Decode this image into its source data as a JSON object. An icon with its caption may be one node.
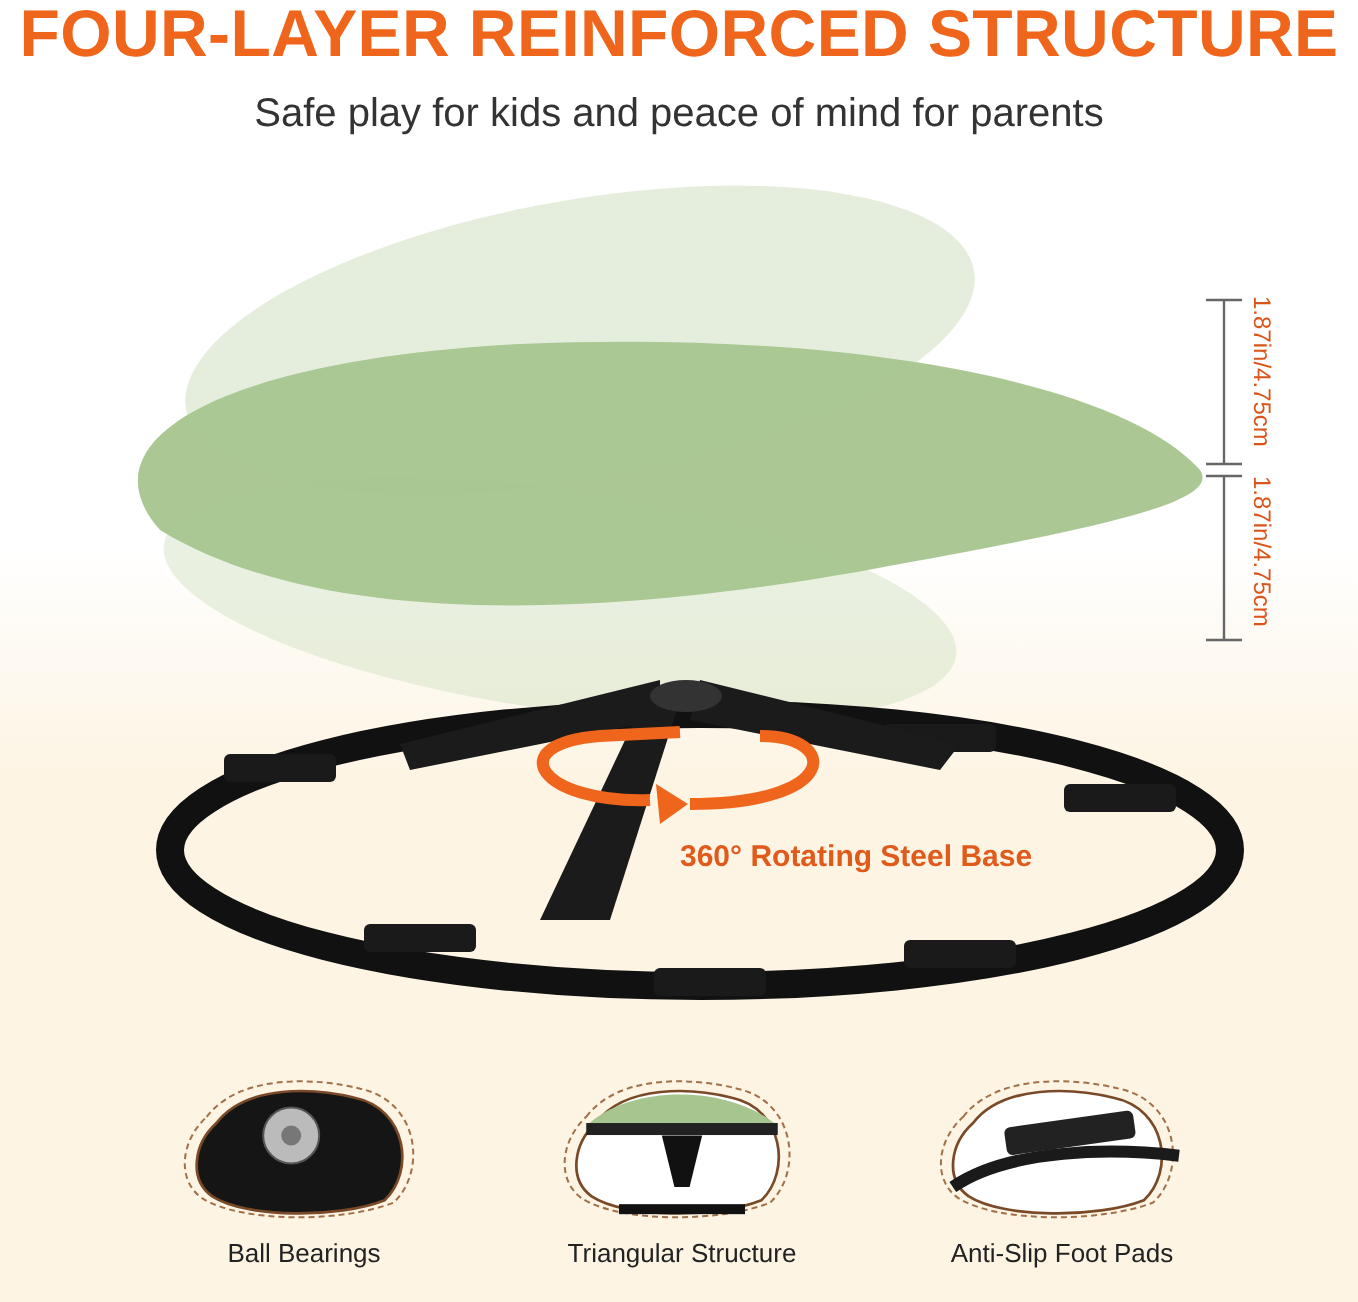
{
  "diagram": {
    "title": "FOUR-LAYER REINFORCED STRUCTURE",
    "nodes": [
      {
        "text": [],
        "shape": "picture",
        "beside": [
          "Ball Bearings"
        ]
      },
      {
        "text": [],
        "shape": "picture",
        "beside": [
          "Triangular Structure"
        ]
      },
      {
        "text": [],
        "shape": "picture",
        "beside": [
          "Anti-Slip Foot Pads"
        ]
      }
    ],
    "labels": [
      "Safe play for kids and peace of mind for parents",
      "1.87in/4.75cm",
      "1.87in/4.75cm",
      "360° Rotating Steel Base"
    ]
  }
}
